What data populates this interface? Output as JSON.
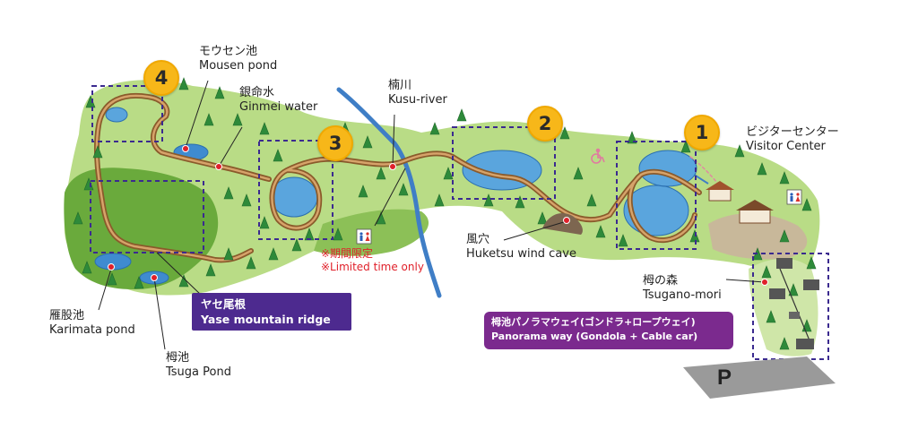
{
  "areas": [
    {
      "number": "1"
    },
    {
      "number": "2"
    },
    {
      "number": "3"
    },
    {
      "number": "4"
    }
  ],
  "labels": {
    "mousen_jp": "モウセン池",
    "mousen_en": "Mousen pond",
    "ginmei_jp": "銀命水",
    "ginmei_en": "Ginmei water",
    "kusu_jp": "楠川",
    "kusu_en": "Kusu-river",
    "visitor_jp": "ビジターセンター",
    "visitor_en": "Visitor Center",
    "limited_jp": "※期間限定",
    "limited_en": "※Limited time only",
    "huketsu_jp": "風穴",
    "huketsu_en": "Huketsu wind cave",
    "tsugano_jp": "栂の森",
    "tsugano_en": "Tsugano-mori",
    "karimata_jp": "雁股池",
    "karimata_en": "Karimata pond",
    "tsuga_jp": "栂池",
    "tsuga_en": "Tsuga Pond",
    "yase_jp": "ヤセ尾根",
    "yase_en": "Yase mountain ridge",
    "pano_jp": "栂池パノラマウェイ(ゴンドラ+ロープウェイ)",
    "pano_en": "Panorama way (Gondola + Cable car)",
    "parking": "P"
  },
  "icons": [
    "restroom-icon",
    "wheelchair-icon",
    "tree-icon",
    "parking-icon",
    "gondola-icon"
  ],
  "colors": {
    "badge": "#f7b719",
    "yase_tag": "#4d2a8f",
    "pano_tag": "#7b2a8e",
    "limited_text": "#e0202a",
    "area_frame": "#3b2a8f"
  }
}
